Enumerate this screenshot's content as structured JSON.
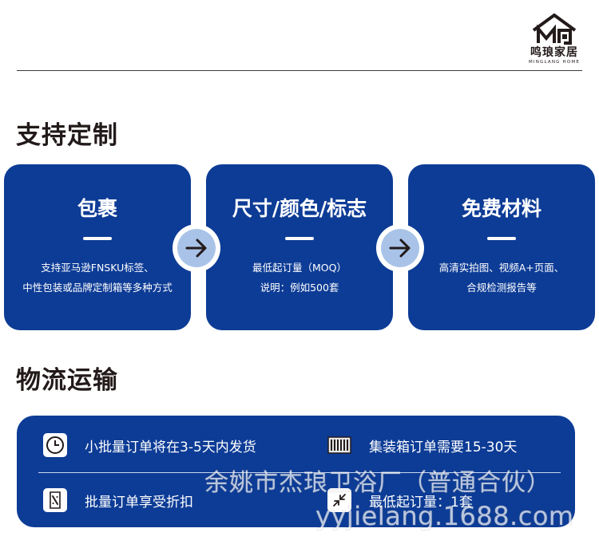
{
  "brand": {
    "name_cn": "鸣琅家居",
    "name_en": "MINGLANG HOME",
    "logo_icon": "house-m-logo"
  },
  "customization": {
    "title": "支持定制",
    "cards": [
      {
        "title": "包裹",
        "desc": [
          "支持亚马逊FNSKU标签、",
          "中性包装或品牌定制箱等多种方式"
        ]
      },
      {
        "title": "尺寸/颜色/标志",
        "desc": [
          "最低起订量（MOQ）",
          "说明：例如500套"
        ]
      },
      {
        "title": "免费材料",
        "desc": [
          "高清实拍图、视频A+页面、",
          "合规检测报告等"
        ]
      }
    ],
    "arrow_icon": "arrow-right-icon"
  },
  "logistics": {
    "title": "物流运输",
    "items": [
      {
        "icon": "clock-icon",
        "text": "小批量订单将在3-5天内发货"
      },
      {
        "icon": "container-icon",
        "text": "集装箱订单需要15-30天"
      },
      {
        "icon": "discount-ticket-icon",
        "text": "批量订单享受折扣"
      },
      {
        "icon": "compress-arrows-icon",
        "text": "最低起订量：1套"
      }
    ]
  },
  "watermark": {
    "line1": "余姚市杰琅卫浴厂（普通合伙）",
    "line2": "yyjielang.1688.com"
  },
  "colors": {
    "card_blue": "#0d3c96",
    "arrow_circle": "#a9c3e8",
    "title_text": "#231a1a"
  }
}
